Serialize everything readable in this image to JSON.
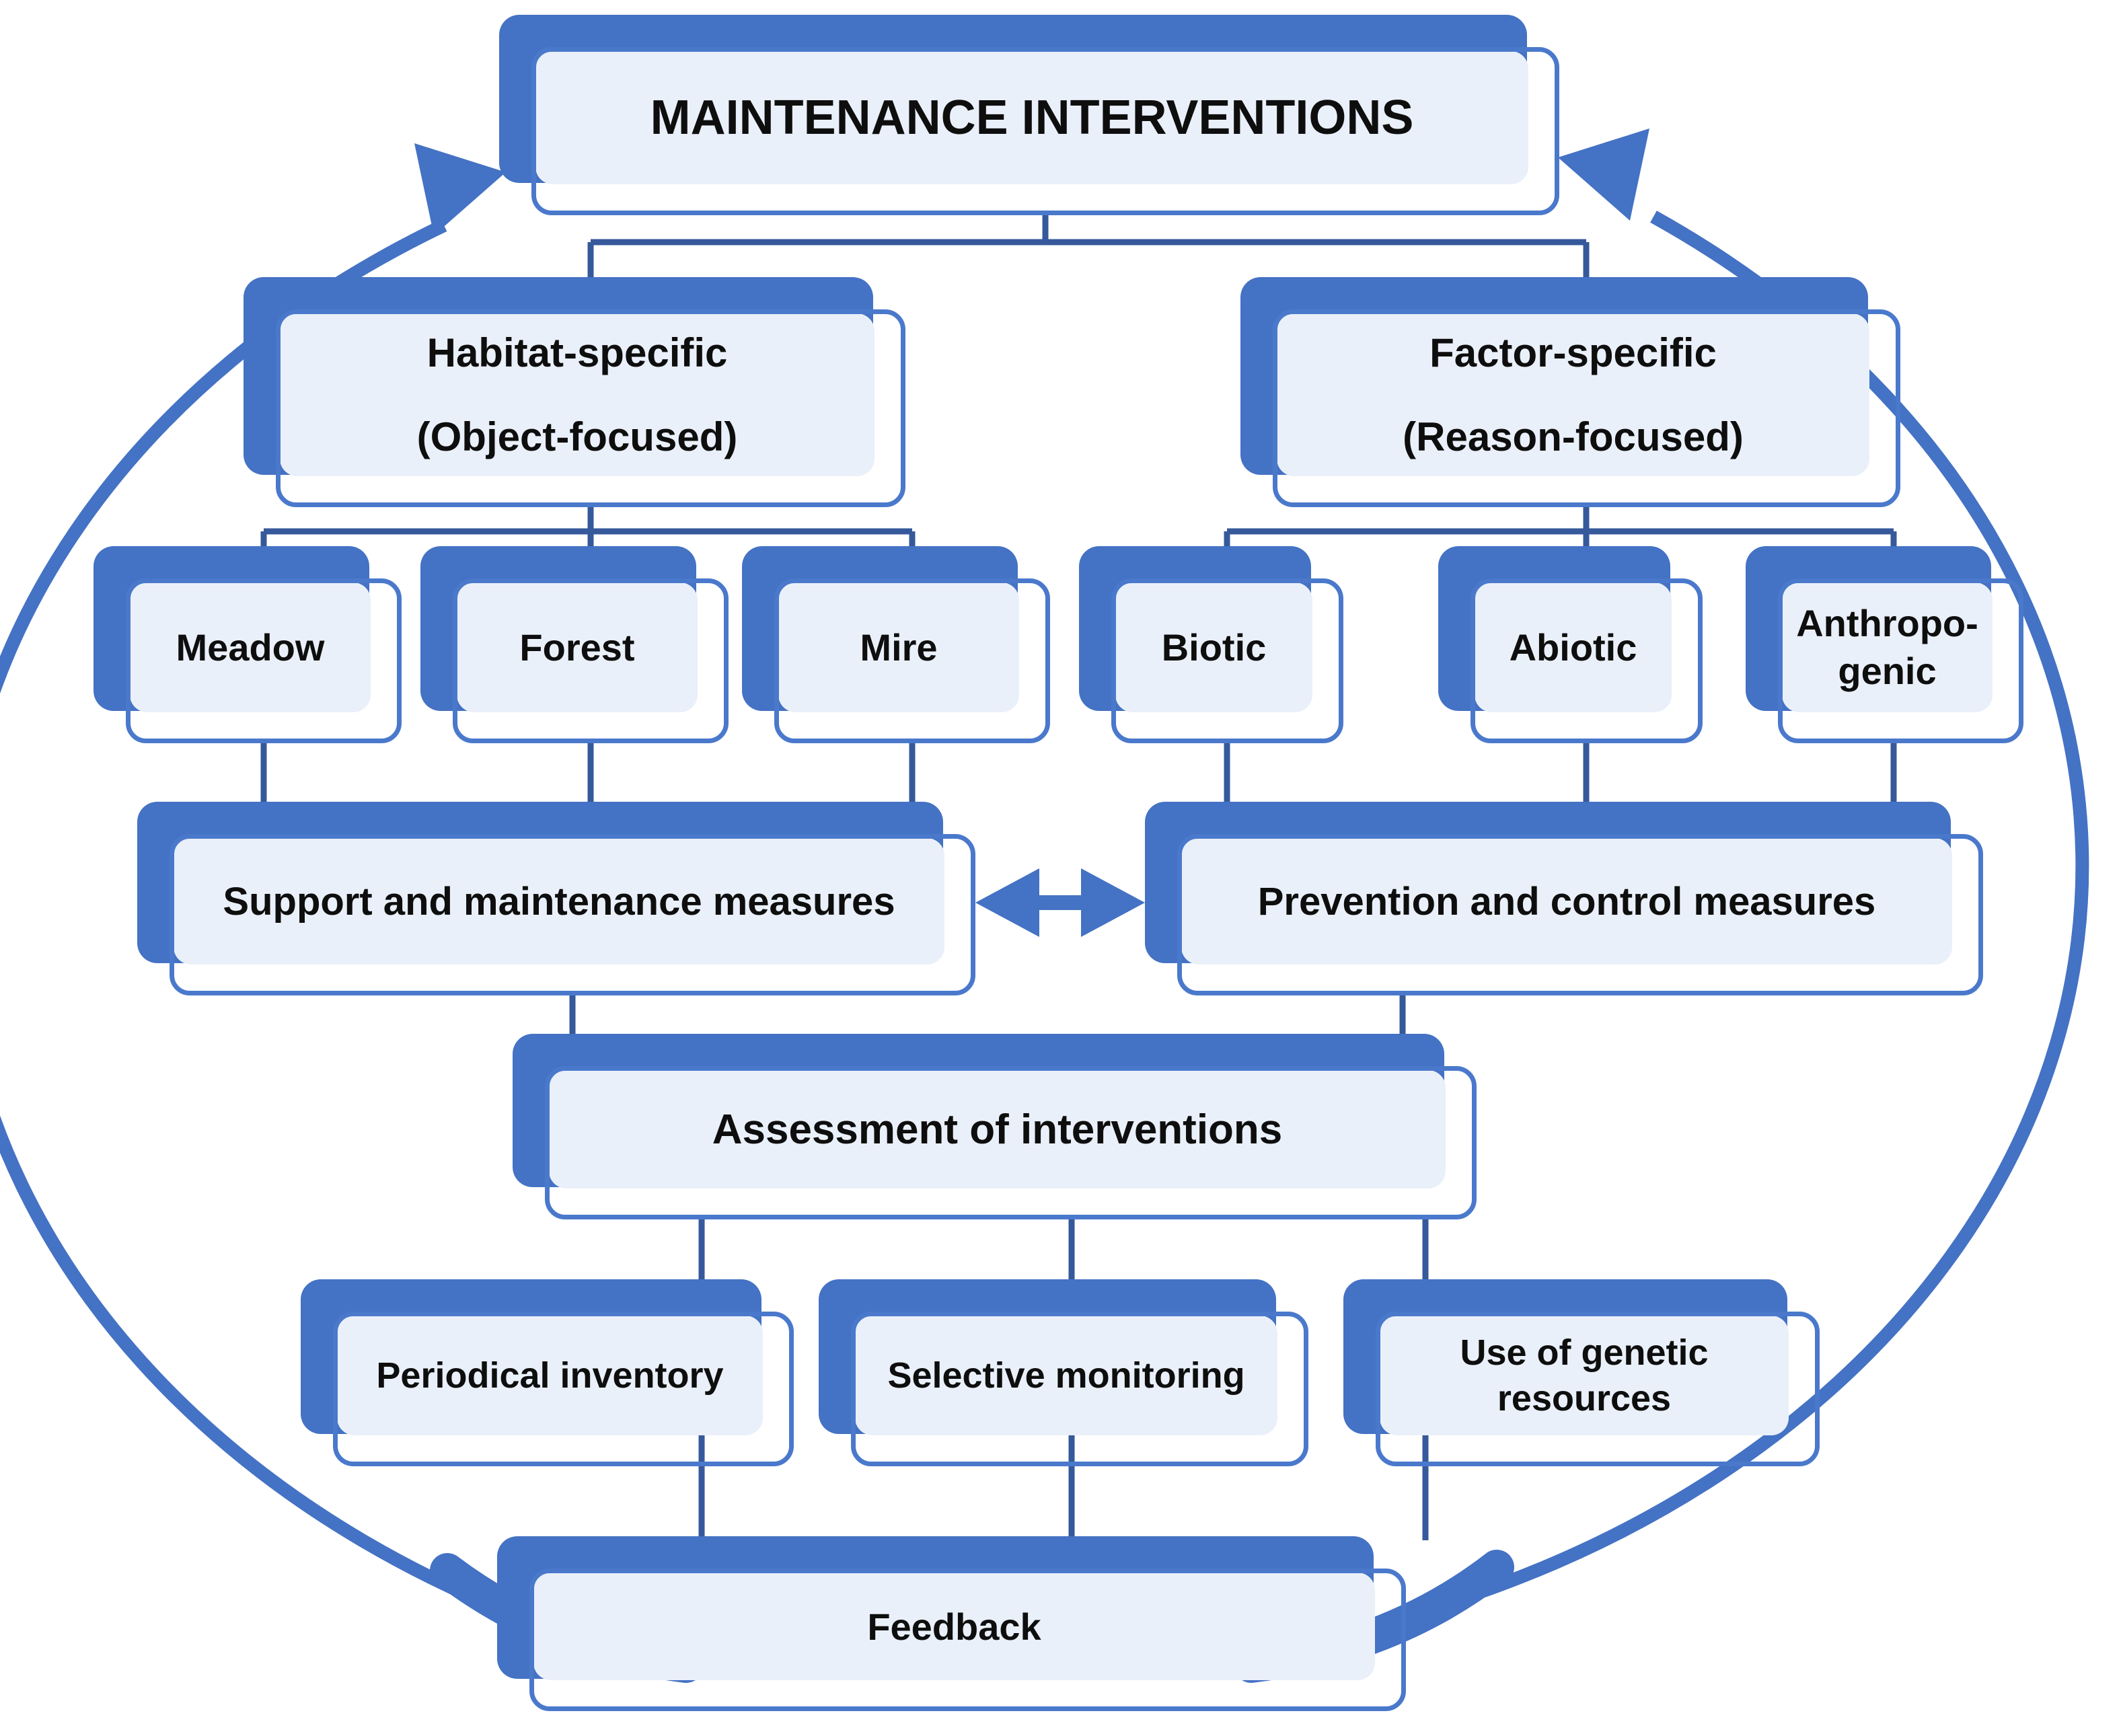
{
  "title": "MAINTENANCE INTERVENTIONS",
  "branches": {
    "habitat": {
      "line1": "Habitat-specific",
      "line2": "(Object-focused)"
    },
    "factor": {
      "line1": "Factor-specific",
      "line2": "(Reason-focused)"
    }
  },
  "habitats": {
    "meadow": "Meadow",
    "forest": "Forest",
    "mire": "Mire"
  },
  "factors": {
    "biotic": "Biotic",
    "abiotic": "Abiotic",
    "anthropogenic_line1": "Anthropo-",
    "anthropogenic_line2": "genic"
  },
  "measures": {
    "support": "Support and maintenance measures",
    "prevention": "Prevention and control measures"
  },
  "assessment": "Assessment of interventions",
  "followups": {
    "periodical": "Periodical inventory",
    "selective": "Selective monitoring",
    "genetic_line1": "Use of genetic",
    "genetic_line2": "resources"
  },
  "feedback": "Feedback",
  "icons": {
    "loop_left": "curved-feedback-arrow-left",
    "loop_right": "curved-feedback-arrow-right",
    "exchange": "double-headed-arrow"
  },
  "colors": {
    "accent": "#4472C4",
    "connector": "#35599B",
    "panel-fill": "#EAF0F9",
    "outline": "#4A79CC",
    "text": "#0E0E0E",
    "bg": "#FFFFFF"
  }
}
